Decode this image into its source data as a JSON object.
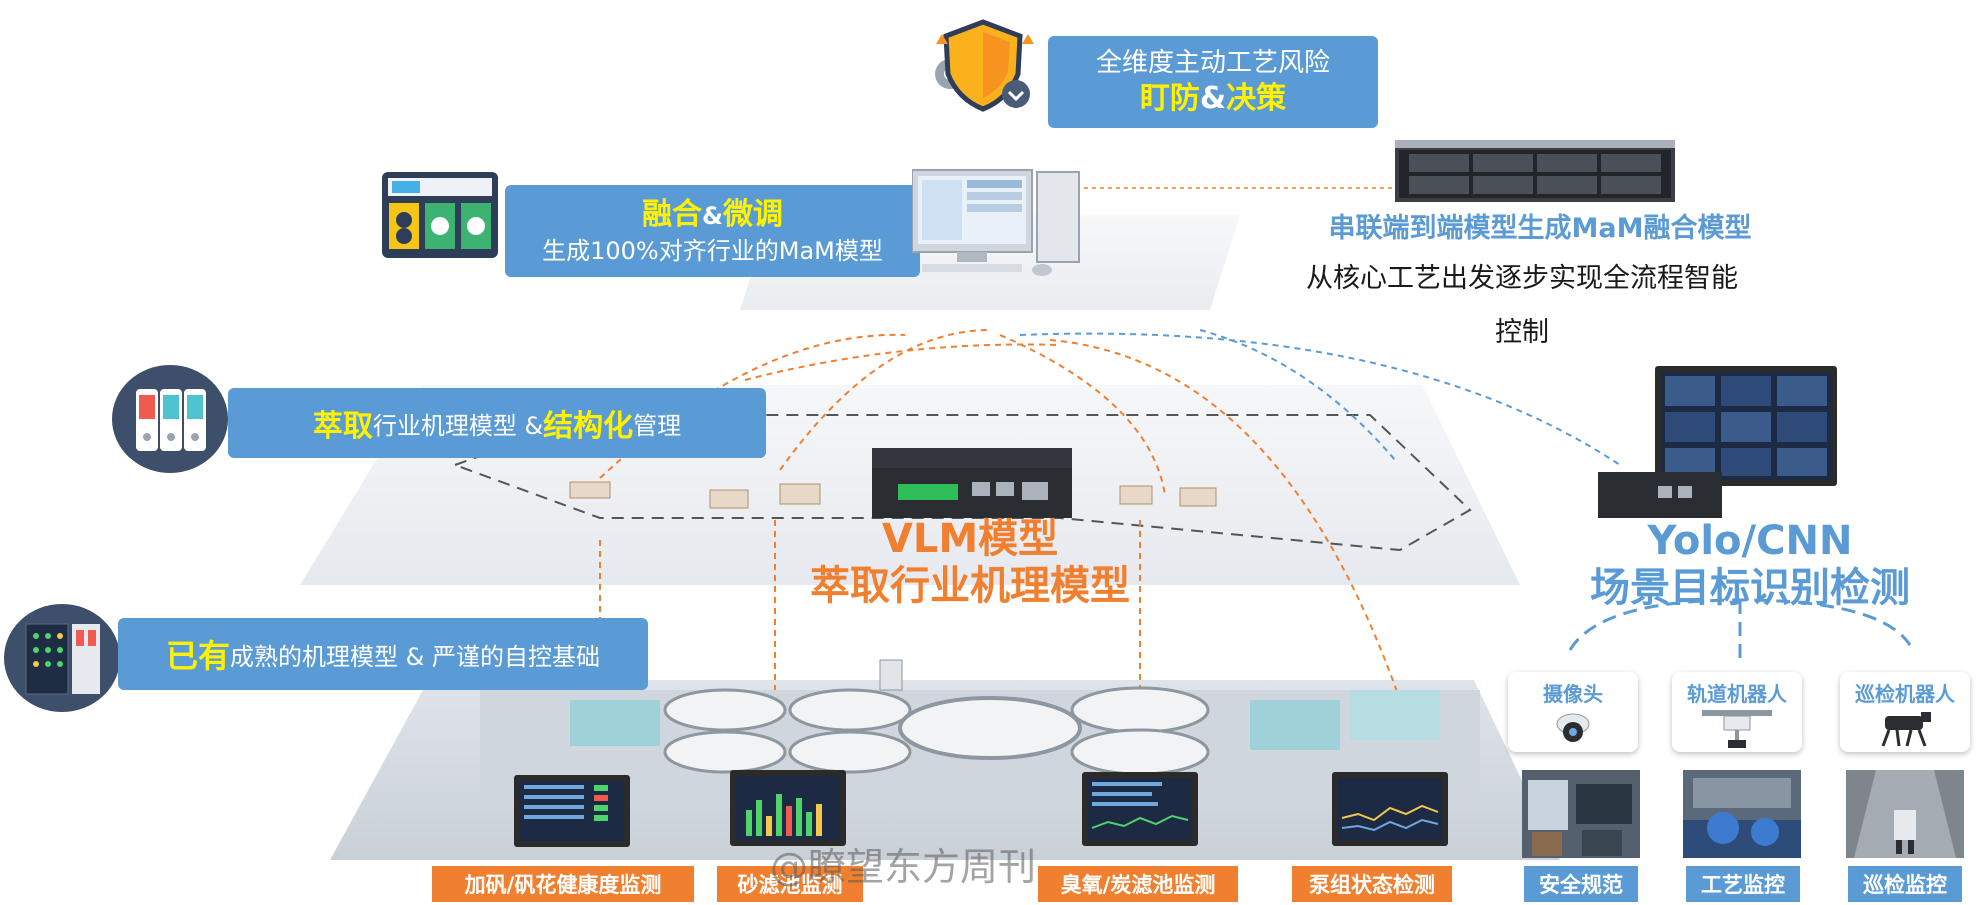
{
  "top_banner": {
    "line1": "全维度主动工艺风险",
    "emph1": "盯防",
    "amp": "&",
    "emph2": "决策"
  },
  "fuse_banner": {
    "emph1": "融合",
    "amp": "&",
    "emph2": "微调",
    "line2": "生成100%对齐行业的MaM模型"
  },
  "server_caption": {
    "title": "串联端到端模型生成MaM融合模型",
    "line2": "从核心工艺出发逐步实现全流程智能",
    "line3": "控制"
  },
  "extract_banner": {
    "emph1": "萃取",
    "text1": "行业机理模型 & ",
    "emph2": "结构化",
    "text2": "管理"
  },
  "vlm": {
    "line1": "VLM模型",
    "line2": "萃取行业机理模型"
  },
  "yolo": {
    "line1": "Yolo/CNN",
    "line2": "场景目标识别检测"
  },
  "exist_banner": {
    "emph": "已有",
    "text": "成熟的机理模型 & 严谨的自控基础"
  },
  "devices": [
    "摄像头",
    "轨道机器人",
    "巡检机器人"
  ],
  "bottom_labels_orange": [
    "加矾/矾花健康度监测",
    "砂滤池监测",
    "臭氧/炭滤池监测",
    "泵组状态检测"
  ],
  "bottom_labels_blue": [
    "安全规范",
    "工艺监控",
    "巡检监控"
  ],
  "watermark": "@瞭望东方周刊",
  "colors": {
    "blue": "#5b9bd5",
    "orange": "#f08030",
    "yellow": "#fff200",
    "navy": "#3d4f6a"
  }
}
